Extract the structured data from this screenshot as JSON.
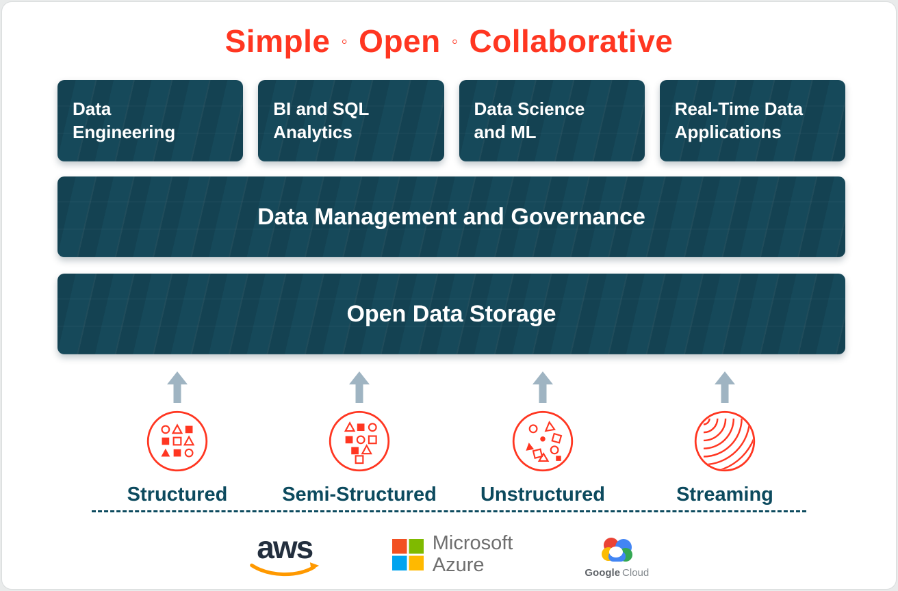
{
  "title": {
    "words": [
      "Simple",
      "Open",
      "Collaborative"
    ],
    "separator": "◦",
    "color": "#FF3621"
  },
  "workloads": [
    {
      "label": "Data Engineering",
      "line1": "Data",
      "line2": "Engineering"
    },
    {
      "label": "BI and SQL Analytics",
      "line1": "BI and SQL",
      "line2": "Analytics"
    },
    {
      "label": "Data Science and ML",
      "line1": "Data Science",
      "line2": "and ML"
    },
    {
      "label": "Real-Time Data Applications",
      "line1": "Real-Time Data",
      "line2": "Applications"
    }
  ],
  "layers": {
    "governance": "Data Management and Governance",
    "storage": "Open Data Storage"
  },
  "sources": [
    {
      "label": "Structured",
      "icon": "structured-data-icon"
    },
    {
      "label": "Semi-Structured",
      "icon": "semi-structured-data-icon"
    },
    {
      "label": "Unstructured",
      "icon": "unstructured-data-icon"
    },
    {
      "label": "Streaming",
      "icon": "streaming-data-icon"
    }
  ],
  "clouds": {
    "aws": {
      "label": "aws"
    },
    "azure": {
      "line1": "Microsoft",
      "line2": "Azure"
    },
    "google": {
      "line1": "Google",
      "line2": "Cloud"
    }
  },
  "colors": {
    "accent_red": "#FF3621",
    "panel_teal": "#16495A",
    "label_teal": "#0C4A5E",
    "arrow_gray": "#9FB4C2",
    "aws_dark": "#232F3E",
    "aws_orange": "#FF9900",
    "azure_red": "#F25022",
    "azure_green": "#7FBA00",
    "azure_blue": "#00A4EF",
    "azure_yellow": "#FFB900",
    "google_blue": "#4285F4",
    "google_red": "#EA4335",
    "google_yellow": "#FBBC05",
    "google_green": "#34A853"
  }
}
